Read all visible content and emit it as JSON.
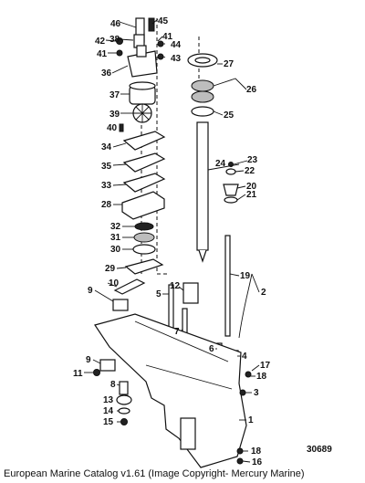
{
  "caption": "European Marine Catalog v1.61 (Image Copyright- Mercury Marine)",
  "figure_number": "30689",
  "callouts": [
    {
      "label": "46"
    },
    {
      "label": "45"
    },
    {
      "label": "42"
    },
    {
      "label": "38"
    },
    {
      "label": "41"
    },
    {
      "label": "41"
    },
    {
      "label": "44"
    },
    {
      "label": "43"
    },
    {
      "label": "36"
    },
    {
      "label": "37"
    },
    {
      "label": "39"
    },
    {
      "label": "40"
    },
    {
      "label": "34"
    },
    {
      "label": "35"
    },
    {
      "label": "33"
    },
    {
      "label": "28"
    },
    {
      "label": "32"
    },
    {
      "label": "31"
    },
    {
      "label": "30"
    },
    {
      "label": "29"
    },
    {
      "label": "27"
    },
    {
      "label": "26"
    },
    {
      "label": "25"
    },
    {
      "label": "24"
    },
    {
      "label": "23"
    },
    {
      "label": "22"
    },
    {
      "label": "20"
    },
    {
      "label": "21"
    },
    {
      "label": "19"
    },
    {
      "label": "2"
    },
    {
      "label": "12"
    },
    {
      "label": "10"
    },
    {
      "label": "9"
    },
    {
      "label": "5"
    },
    {
      "label": "7"
    },
    {
      "label": "6"
    },
    {
      "label": "4"
    },
    {
      "label": "17"
    },
    {
      "label": "18"
    },
    {
      "label": "9"
    },
    {
      "label": "11"
    },
    {
      "label": "8"
    },
    {
      "label": "3"
    },
    {
      "label": "13"
    },
    {
      "label": "14"
    },
    {
      "label": "15"
    },
    {
      "label": "1"
    },
    {
      "label": "18"
    },
    {
      "label": "16"
    }
  ]
}
